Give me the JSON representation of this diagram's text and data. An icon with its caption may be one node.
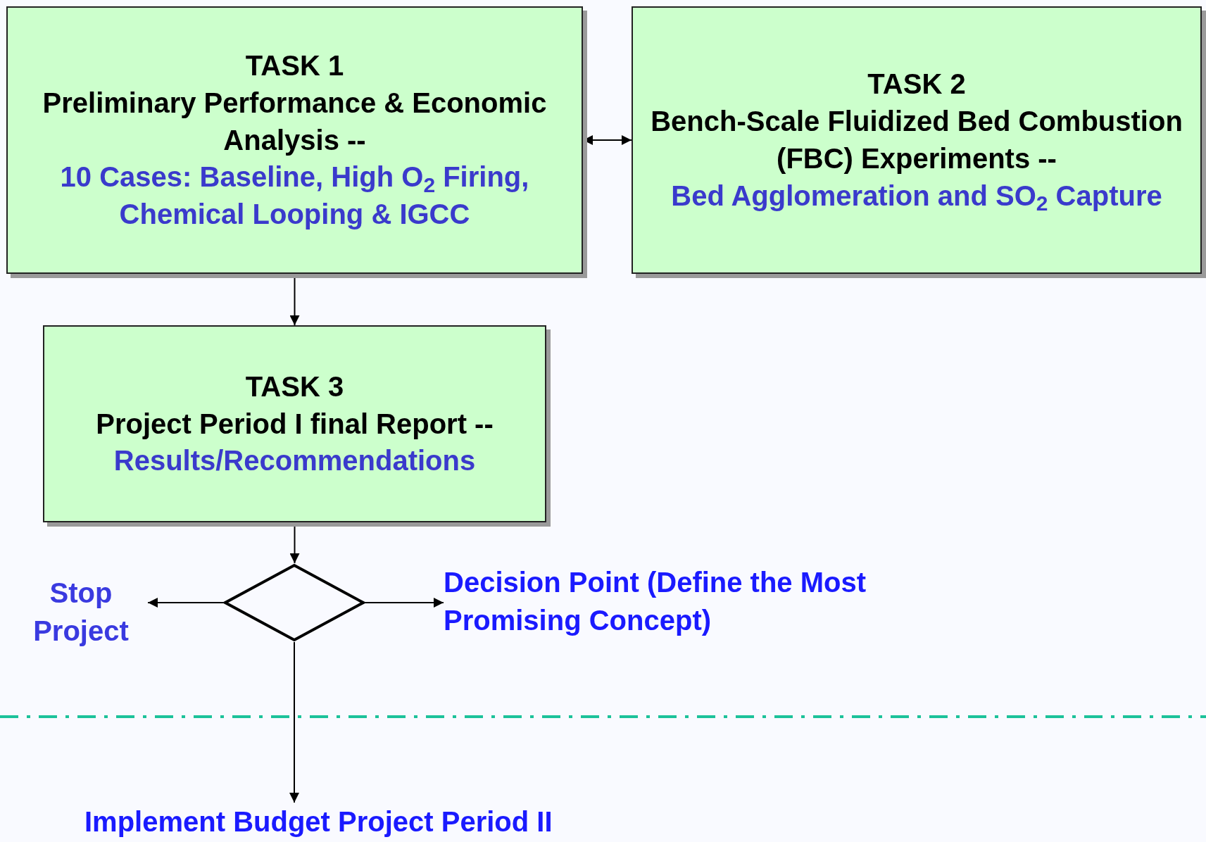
{
  "diagram": {
    "nodes": [
      {
        "text": [
          "TASK 1",
          "Preliminary Performance & Economic Analysis --",
          "10 Cases: Baseline, High O$_{2}$ Firing, Chemical Looping & IGCC"
        ]
      },
      {
        "text": [
          "TASK 2",
          "Bench-Scale Fluidized Bed Combustion (FBC) Experiments --",
          "Bed Agglomeration and SO$_{2}$ Capture"
        ]
      },
      {
        "text": [
          "TASK 3",
          "Project Period I final Report --",
          "Results/Recommendations"
        ]
      },
      {
        "text": [],
        "shape": "diamond"
      },
      {
        "text": [
          "Stop Project"
        ]
      },
      {
        "text": [
          "Decision Point (Define the Most Promising Concept)"
        ]
      },
      {
        "text": [
          "Implement Budget Project Period II"
        ]
      }
    ],
    "edges": [
      {
        "from": 0,
        "to": 1,
        "arrow": "both"
      },
      {
        "from": 0,
        "to": 2,
        "arrow": "to"
      },
      {
        "from": 2,
        "to": 3,
        "arrow": "to"
      },
      {
        "from": 3,
        "to": 4,
        "arrow": "to"
      },
      {
        "from": 3,
        "to": 5,
        "arrow": "to"
      },
      {
        "from": 3,
        "to": 6,
        "arrow": "to"
      }
    ]
  }
}
